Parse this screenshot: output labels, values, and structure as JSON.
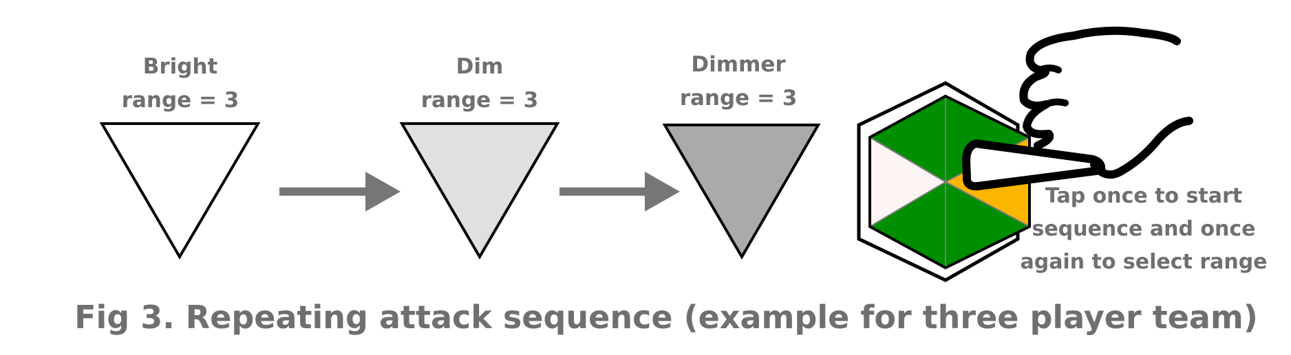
{
  "stages": [
    {
      "name": "Bright",
      "range": "range = 3",
      "fill": "#ffffff"
    },
    {
      "name": "Dim",
      "range": "range = 3",
      "fill": "#e0e0e0"
    },
    {
      "name": "Dimmer",
      "range": "range = 3",
      "fill": "#aaaaaa"
    }
  ],
  "hex": {
    "segments": [
      {
        "color": "#008f00"
      },
      {
        "color": "#008f00"
      },
      {
        "color": "#fdb600"
      },
      {
        "color": "#008f00"
      },
      {
        "color": "#008f00"
      },
      {
        "color": "#fdf5f4"
      }
    ]
  },
  "arrow_color": "#767676",
  "tap_note": [
    "Tap once to start",
    "sequence and once",
    "again to select range"
  ],
  "caption": "Fig 3. Repeating attack sequence (example for three player team)"
}
